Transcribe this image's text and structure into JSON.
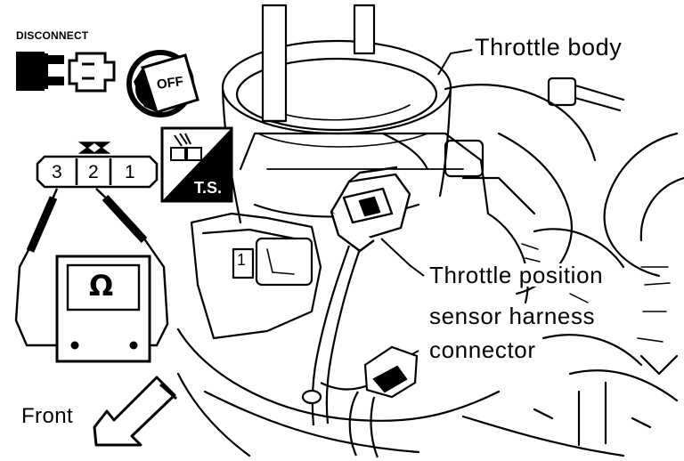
{
  "labels": {
    "disconnect": "DISCONNECT",
    "ignition_off": "OFF",
    "test_badge": "T.S.",
    "throttle_body": "Throttle body",
    "tps_line1": "Throttle position",
    "tps_line2": "sensor harness",
    "tps_line3": "connector",
    "front": "Front"
  },
  "connector_pins": [
    "3",
    "2",
    "1"
  ],
  "ohm_symbol": "Ω",
  "engine_marks": {
    "mark_1": "1"
  },
  "icons": [
    "disconnect-connector-icon",
    "ignition-key-icon",
    "ts-badge-icon",
    "ohmmeter-icon",
    "front-arrow-icon"
  ]
}
